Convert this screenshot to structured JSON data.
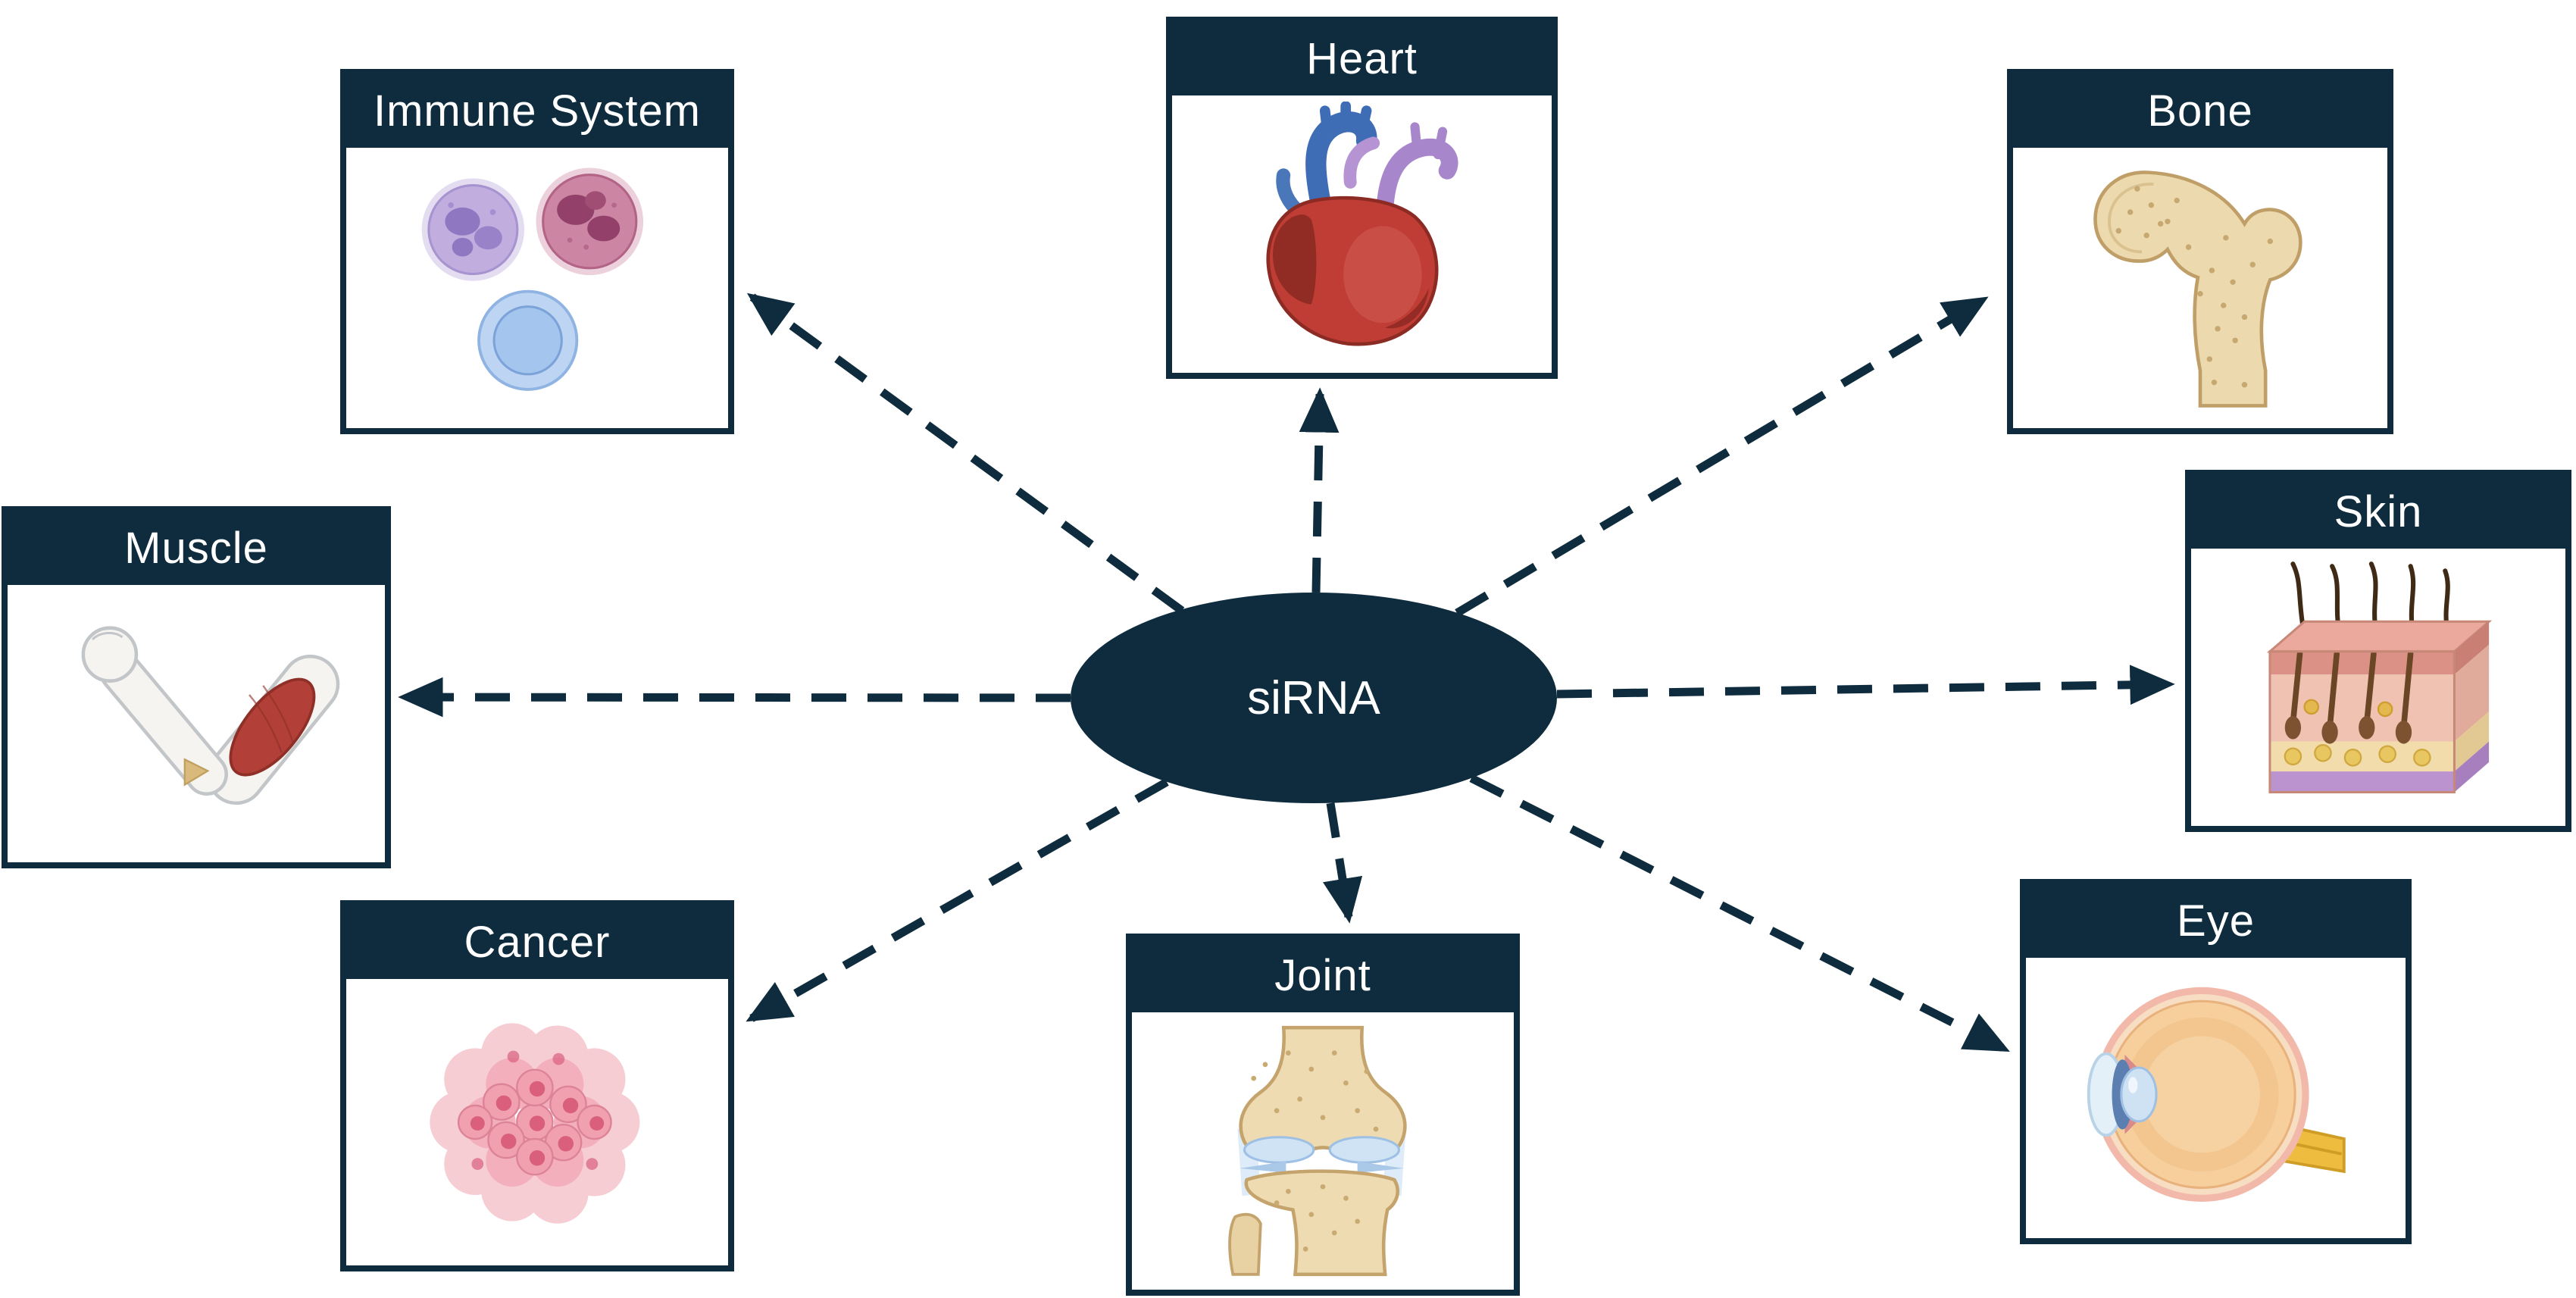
{
  "diagram": {
    "center": {
      "label": "siRNA"
    },
    "colors": {
      "accent": "#0e2c3e",
      "background": "#ffffff",
      "title_text": "#ffffff"
    },
    "nodes": [
      {
        "id": "immune-system",
        "label": "Immune System",
        "icon": "immune-cells-illustration"
      },
      {
        "id": "heart",
        "label": "Heart",
        "icon": "anatomical-heart-illustration"
      },
      {
        "id": "bone",
        "label": "Bone",
        "icon": "femur-bone-illustration"
      },
      {
        "id": "muscle",
        "label": "Muscle",
        "icon": "arm-muscle-illustration"
      },
      {
        "id": "skin",
        "label": "Skin",
        "icon": "skin-cross-section-illustration"
      },
      {
        "id": "cancer",
        "label": "Cancer",
        "icon": "tumor-cell-cluster-illustration"
      },
      {
        "id": "joint",
        "label": "Joint",
        "icon": "knee-joint-illustration"
      },
      {
        "id": "eye",
        "label": "Eye",
        "icon": "eye-cross-section-illustration"
      }
    ]
  }
}
